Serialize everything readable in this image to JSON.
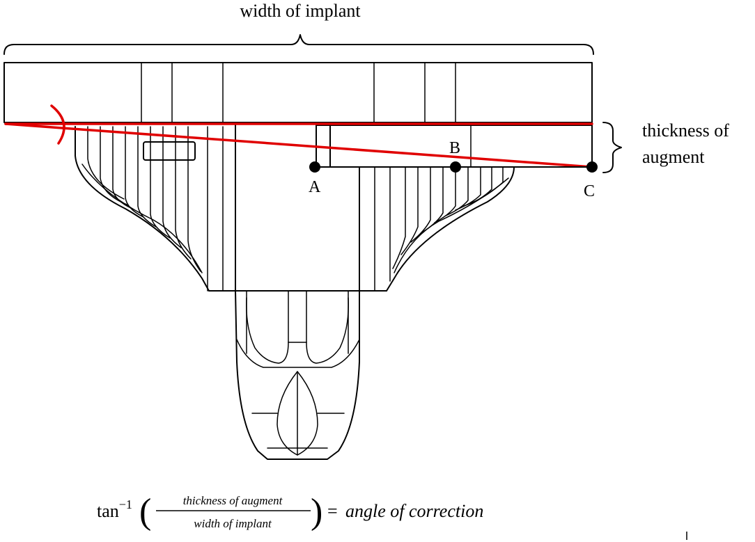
{
  "labels": {
    "width": "width of implant",
    "thickness_line1": "thickness of",
    "thickness_line2": "augment"
  },
  "points": {
    "a": "A",
    "b": "B",
    "c": "C"
  },
  "formula": {
    "func": "tan",
    "exponent": "−1",
    "numerator": "thickness of augment",
    "denominator": "width of implant",
    "equals": "=",
    "result": "angle of correction"
  },
  "colors": {
    "outline": "#000000",
    "correction_line": "#e00000"
  }
}
